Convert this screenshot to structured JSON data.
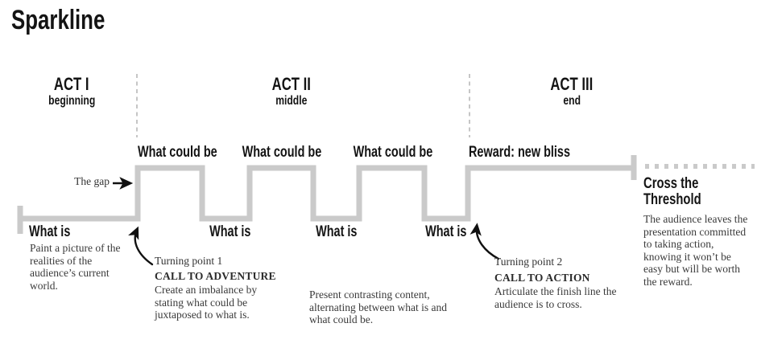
{
  "title": "Sparkline",
  "acts": [
    {
      "name": "ACT I",
      "sub": "beginning"
    },
    {
      "name": "ACT II",
      "sub": "middle"
    },
    {
      "name": "ACT III",
      "sub": "end"
    }
  ],
  "wave_labels": {
    "what_could_be": [
      "What could be",
      "What could be",
      "What could be"
    ],
    "reward": "Reward: new bliss",
    "what_is": [
      "What is",
      "What is",
      "What is",
      "What is"
    ],
    "gap": "The gap"
  },
  "annotations": {
    "what_is_desc": "Paint a picture of the realities of the audience’s current world.",
    "turning_point_1": {
      "label": "Turning point 1",
      "heading": "CALL TO ADVENTURE",
      "desc": "Create an imbalance by stating what could be juxtaposed to what is."
    },
    "middle_desc": "Present contrasting content, alternating between what is and what could be.",
    "turning_point_2": {
      "label": "Turning point 2",
      "heading": "CALL TO ACTION",
      "desc": "Articulate the finish line the audience is to cross."
    },
    "threshold": {
      "heading": "Cross the Threshold",
      "desc": "The audience leaves the presentation committed to taking action, knowing it won’t be easy but will be worth the reward."
    }
  },
  "colors": {
    "wave_line": "#cacaca",
    "divider": "#c6c6c6",
    "arrow": "#111111",
    "heading_text": "#141414",
    "body_text": "#3a3a3a"
  }
}
